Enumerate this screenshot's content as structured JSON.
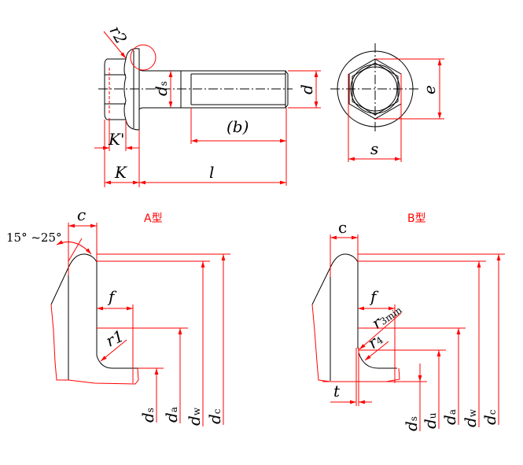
{
  "top": {
    "r2": "r2",
    "ds": "d",
    "ds_sub": "s",
    "d": "d",
    "b": "(b)",
    "k_prime": "K'",
    "k": "K",
    "l": "l",
    "e": "e",
    "s": "s"
  },
  "type_a": {
    "title": "A型",
    "c": "c",
    "angle": "15° ~25°",
    "f": "f",
    "r1": "r1",
    "dims": [
      {
        "main": "d",
        "sub": "s"
      },
      {
        "main": "d",
        "sub": "a"
      },
      {
        "main": "d",
        "sub": "w"
      },
      {
        "main": "d",
        "sub": "c"
      }
    ]
  },
  "type_b": {
    "title": "B型",
    "c": "c",
    "f": "f",
    "r3": "r",
    "r3_sub": "3min",
    "r4": "r",
    "r4_sub": "4",
    "t": "t",
    "dims": [
      {
        "main": "d",
        "sub": "s"
      },
      {
        "main": "d",
        "sub": "u"
      },
      {
        "main": "d",
        "sub": "a"
      },
      {
        "main": "d",
        "sub": "w"
      },
      {
        "main": "d",
        "sub": "c"
      }
    ]
  },
  "colors": {
    "dimension": "#ff0000",
    "outline": "#000000"
  }
}
